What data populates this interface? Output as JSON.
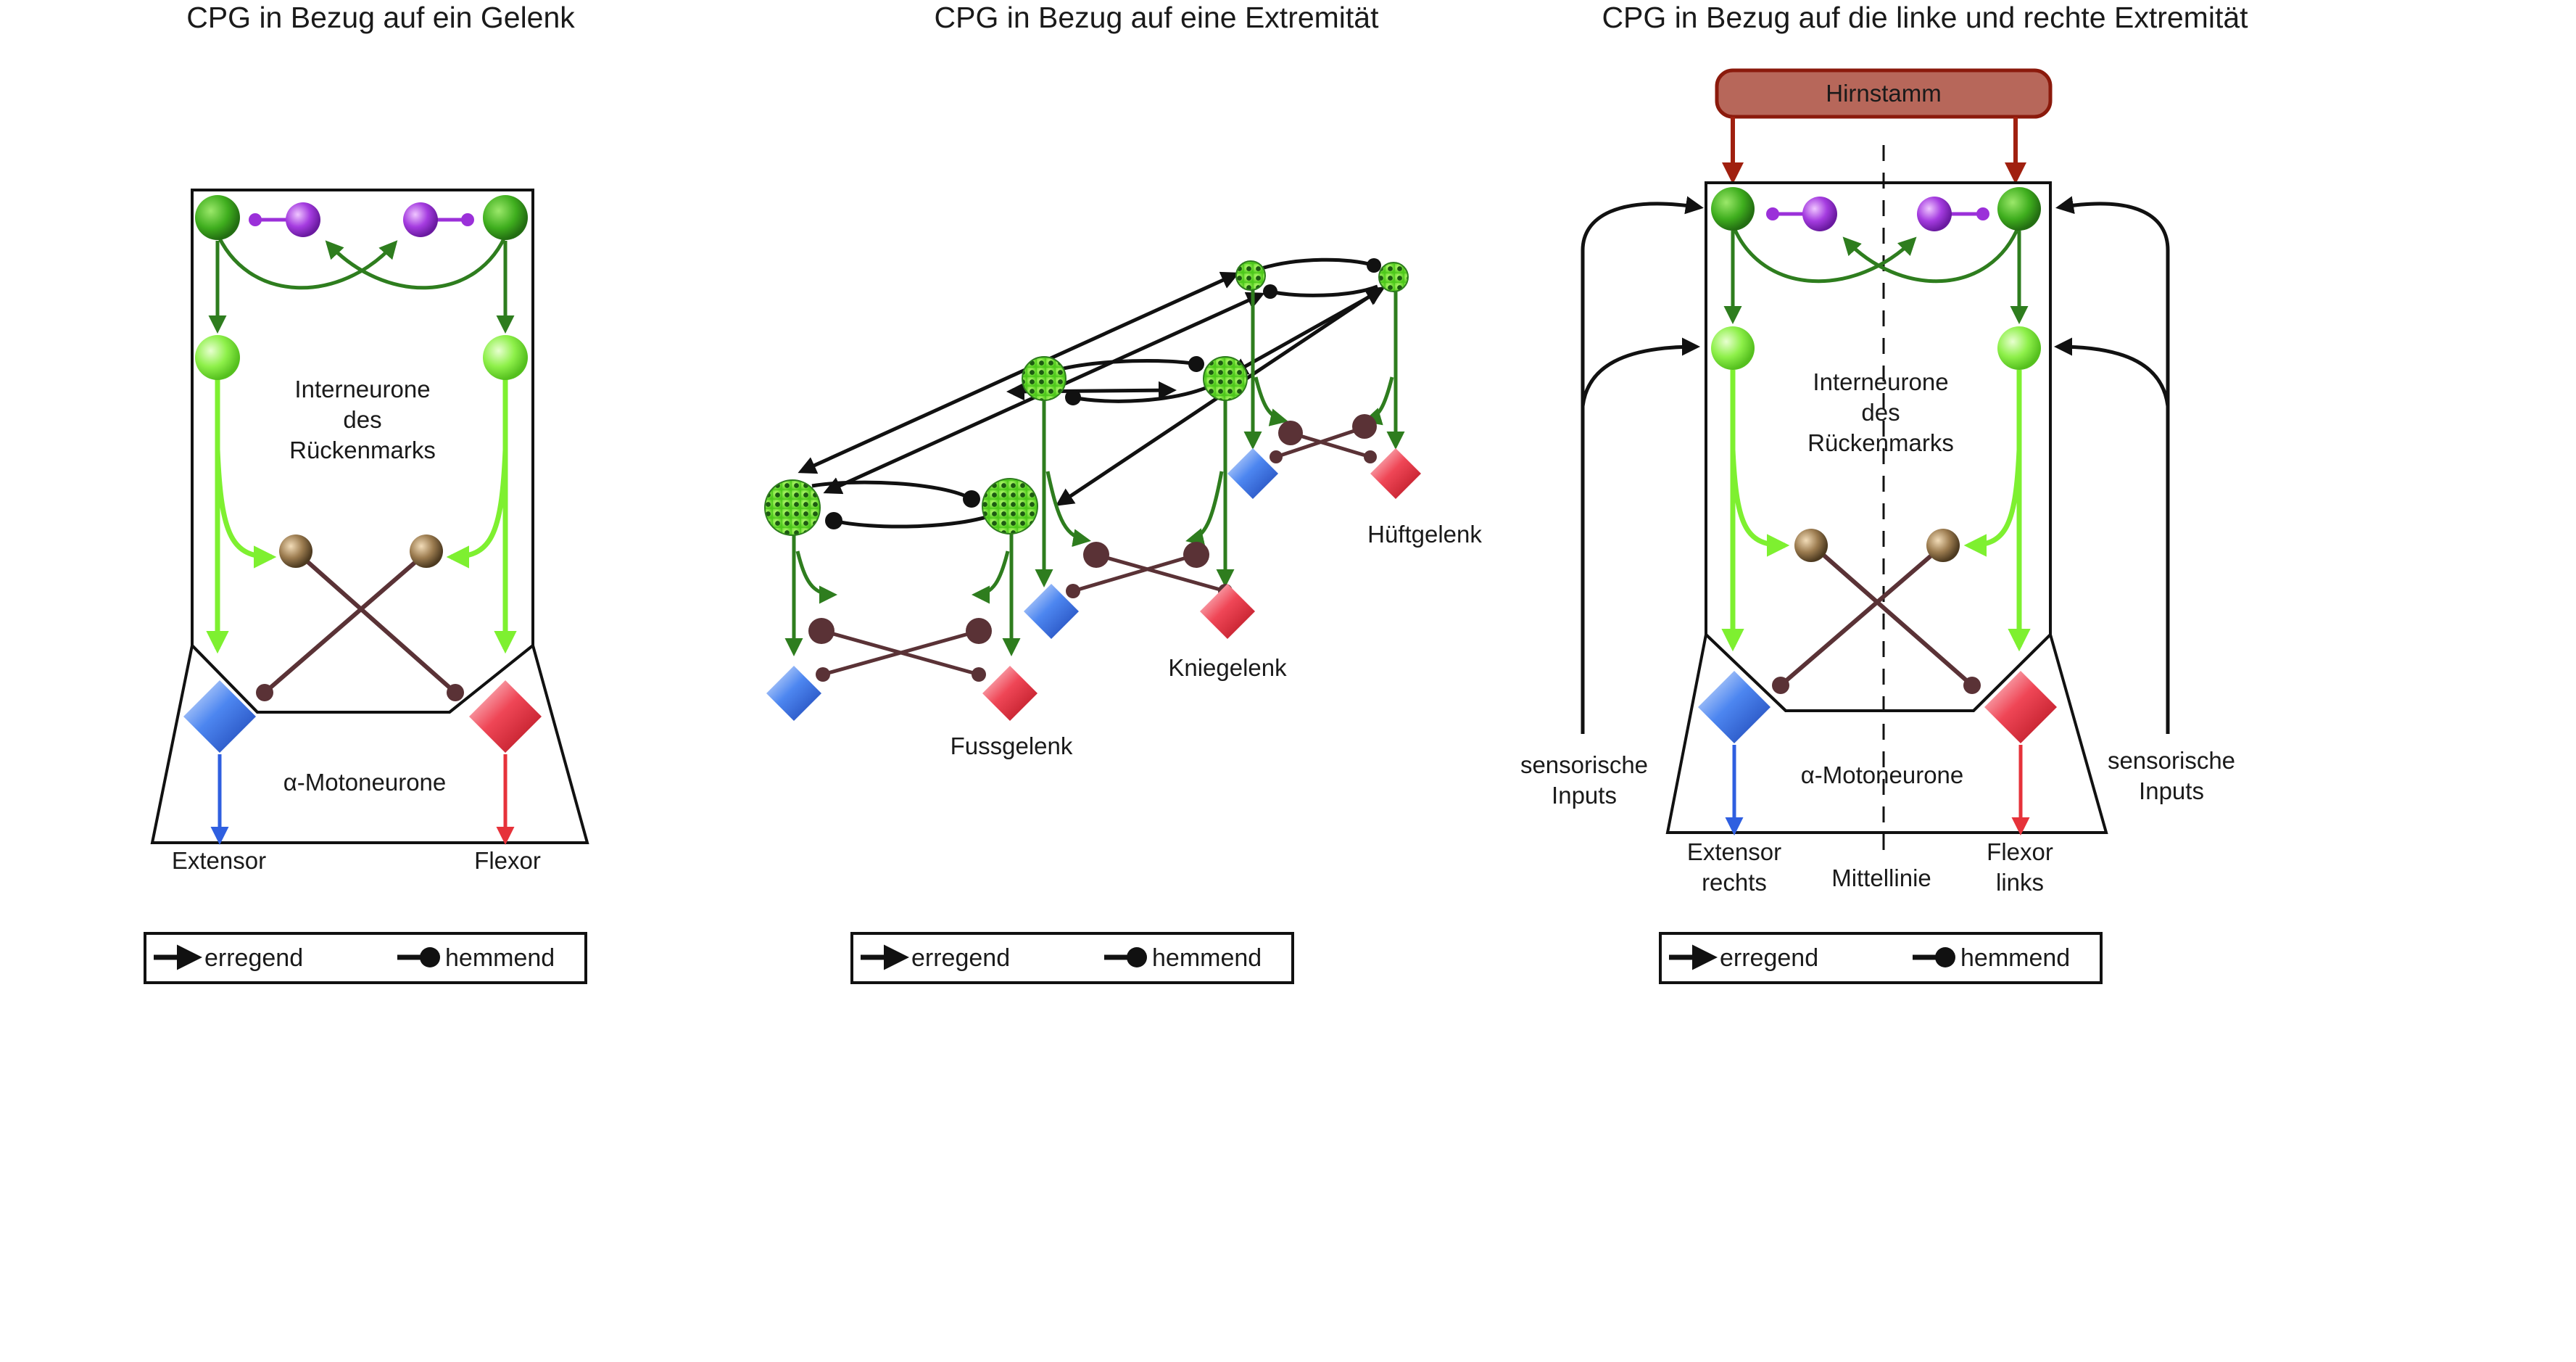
{
  "panels": [
    {
      "title": "CPG in Bezug auf ein Gelenk",
      "interneurons": [
        "Interneurone",
        "des",
        "Rückenmarks"
      ],
      "motoneurons": "α-Motoneurone",
      "extensor": "Extensor",
      "flexor": "Flexor"
    },
    {
      "title": "CPG in Bezug auf eine Extremität",
      "joints": [
        "Fussgelenk",
        "Kniegelenk",
        "Hüftgelenk"
      ]
    },
    {
      "title": "CPG in Bezug auf die linke und rechte Extremität",
      "brainstem": "Hirnstamm",
      "interneurons": [
        "Interneurone",
        "des",
        "Rückenmarks"
      ],
      "motoneurons": "α-Motoneurone",
      "sensory_left": [
        "sensorische",
        "Inputs"
      ],
      "sensory_right": [
        "sensorische",
        "Inputs"
      ],
      "extensor": [
        "Extensor",
        "rechts"
      ],
      "flexor": [
        "Flexor",
        "links"
      ],
      "midline": "Mittellinie"
    }
  ],
  "legend": {
    "excitatory": "erregend",
    "inhibitory": "hemmend"
  },
  "colors": {
    "dark_green": "#2e7d1e",
    "light_green": "#7ef030",
    "purple": "#9b30d9",
    "brown": "#5a3236",
    "tan": "#9c7c50",
    "blue": "#2f6fe0",
    "red": "#e6323a",
    "brainstem": "#b7675a",
    "brainstem_border": "#8b1a0c"
  }
}
